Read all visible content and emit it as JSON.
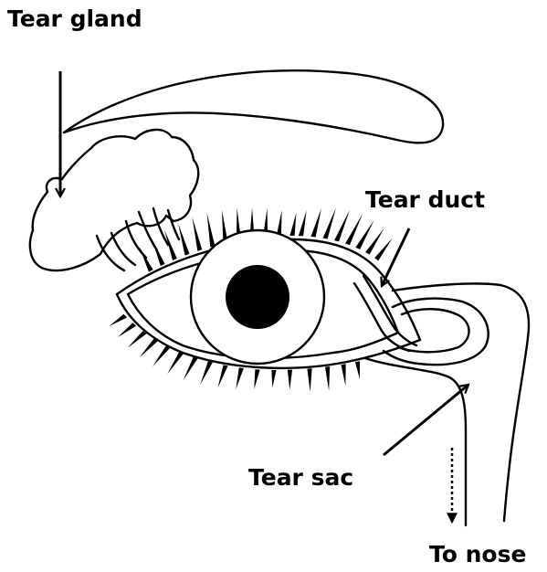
{
  "diagram": {
    "labels": {
      "tear_gland": "Tear gland",
      "tear_duct": "Tear duct",
      "tear_sac": "Tear sac",
      "to_nose": "To nose"
    }
  }
}
